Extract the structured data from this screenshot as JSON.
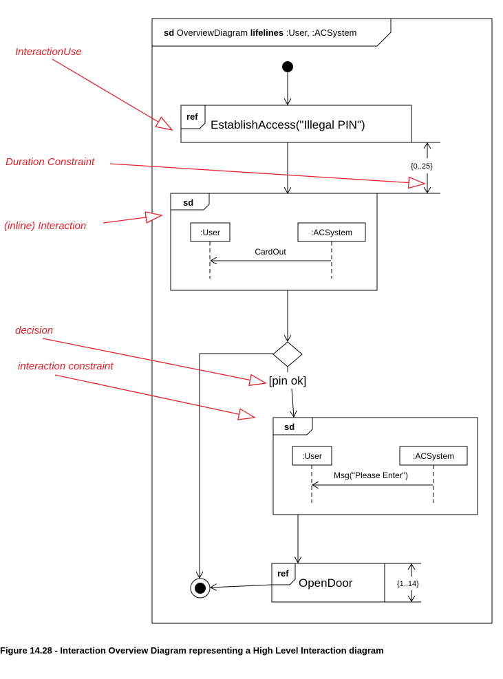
{
  "frame": {
    "kind": "sd",
    "name": "OverviewDiagram",
    "lifelines_keyword": "lifelines",
    "lifelines": ":User, :ACSystem"
  },
  "annotations": {
    "interaction_use": "InteractionUse",
    "duration_constraint": "Duration Constraint",
    "inline_interaction": "(inline) Interaction",
    "decision": "decision",
    "interaction_constraint": "interaction constraint"
  },
  "ref_establish": {
    "tag": "ref",
    "text": "EstablishAccess(\"Illegal PIN\")"
  },
  "duration1": "{0..25}",
  "sd1": {
    "tag": "sd",
    "lifeline_a": ":User",
    "lifeline_b": ":ACSystem",
    "message": "CardOut"
  },
  "guard": "[pin ok]",
  "sd2": {
    "tag": "sd",
    "lifeline_a": ":User",
    "lifeline_b": ":ACSystem",
    "message": "Msg(\"Please Enter\")"
  },
  "ref_open": {
    "tag": "ref",
    "text": "OpenDoor"
  },
  "duration2": "{1..14}",
  "caption": "Figure 14.28 - Interaction Overview Diagram representing a High Level Interaction diagram",
  "colors": {
    "annotation": "#e8202a",
    "line": "#000000"
  }
}
